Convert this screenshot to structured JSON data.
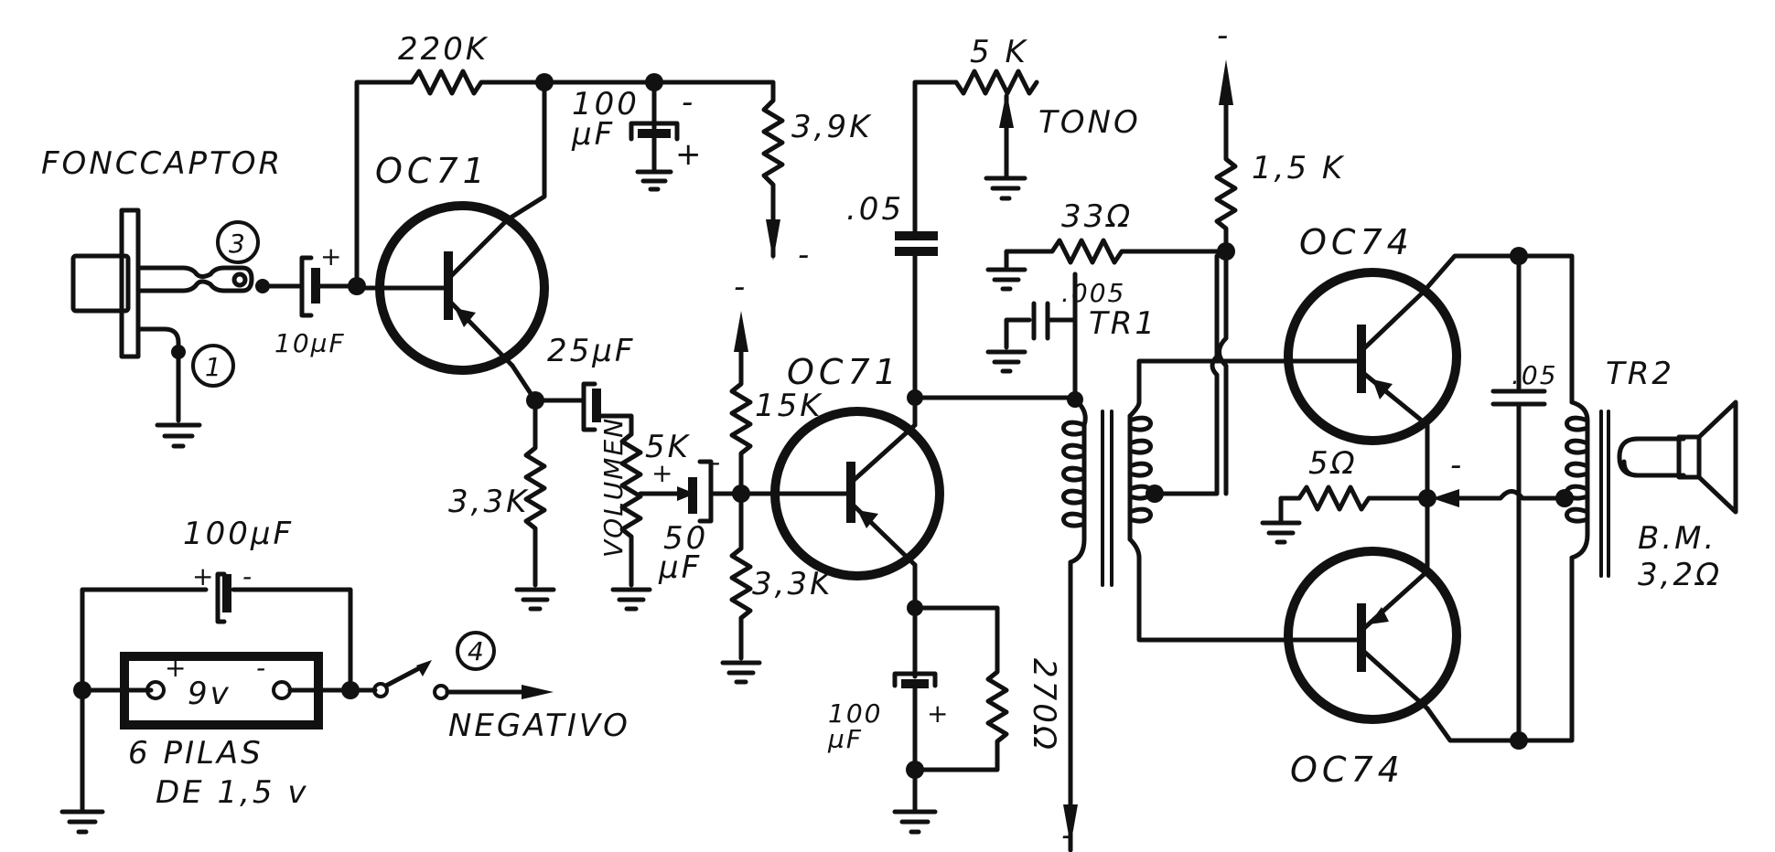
{
  "diagram": {
    "title": "Phonograph amplifier schematic (OC71 / OC74)",
    "colors": {
      "ink": "#111111",
      "paper": "#ffffff"
    },
    "labels": {
      "pickup": "FONCCAPTOR",
      "q1": "OC71",
      "q2": "OC71",
      "q3": "OC74",
      "q4": "OC74",
      "r_feedback": "220K",
      "c_decouple_value": "100",
      "c_decouple_unit": "µF",
      "r_3k9": "3,9K",
      "c_input": "10µF",
      "c_coupling1": "25µF",
      "r_emitter1": "3,3K",
      "pot_volume_value": "5K",
      "pot_volume_name": "VOLUMEN",
      "c_coupling2_value": "50",
      "c_coupling2_unit": "µF",
      "r_bias_top": "15K",
      "r_bias_bottom": "3,3K",
      "c_tone": ".05",
      "pot_tone_value": "5 K",
      "pot_tone_name": "TONO",
      "r_33": "33Ω",
      "r_1k5": "1,5 K",
      "c_005": ".005",
      "tr1": "TR1",
      "c_emitter2_value": "100",
      "c_emitter2_unit": "µF",
      "r_270": "270Ω",
      "r_5ohm": "5Ω",
      "c_output": ".05",
      "tr2": "TR2",
      "speaker_name": "B.M.",
      "speaker_imp": "3,2Ω",
      "battery_cap": "100µF",
      "battery_voltage": "9v",
      "battery_desc_1": "6 PILAS",
      "battery_desc_2": "DE 1,5 v",
      "negative": "NEGATIVO",
      "minus": "-",
      "plus": "+",
      "term_1": "1",
      "term_3": "3",
      "term_4": "4"
    }
  }
}
